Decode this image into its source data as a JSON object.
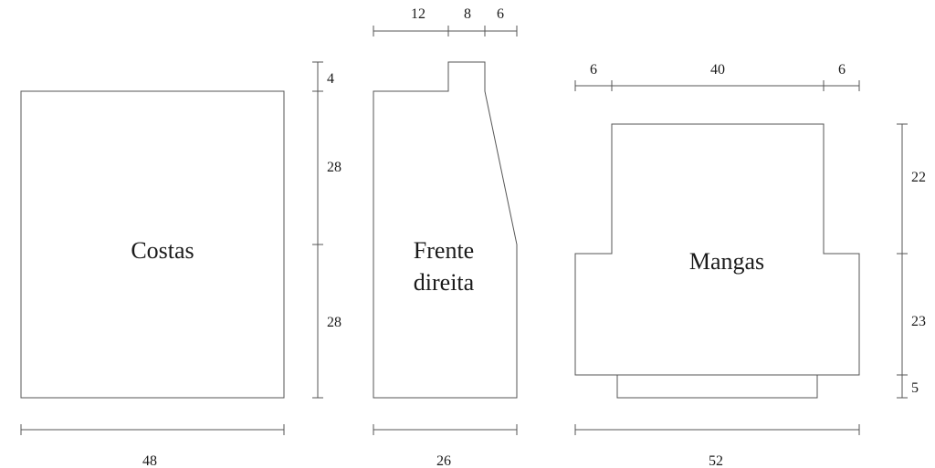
{
  "pieces": {
    "costas": {
      "title": "Costas"
    },
    "frente": {
      "title_line1": "Frente",
      "title_line2": "direita"
    },
    "mangas": {
      "title": "Mangas"
    }
  },
  "dimensions": {
    "costas_width": "48",
    "costas_top_extra": "4",
    "costas_upper_height": "28",
    "costas_lower_height": "28",
    "frente_width": "26",
    "frente_top_a": "12",
    "frente_top_b": "8",
    "frente_top_c": "6",
    "mangas_width": "52",
    "mangas_top_left": "6",
    "mangas_top_mid": "40",
    "mangas_top_right": "6",
    "mangas_right_upper": "22",
    "mangas_right_mid": "23",
    "mangas_right_low": "5"
  }
}
